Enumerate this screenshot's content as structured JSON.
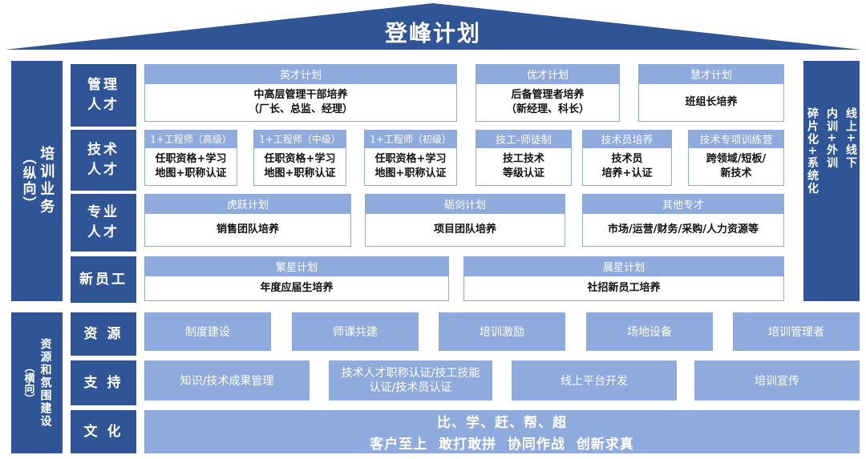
{
  "title": "登峰计划",
  "left_vertical": {
    "col1": "（纵向）",
    "col2": "培训业务"
  },
  "left_resource": {
    "col1": "资源和氛围建设",
    "paren": "（横向）"
  },
  "right_vertical": {
    "col1": "碎片化+系统化",
    "col2": "内训+外训",
    "col3": "线上+线下"
  },
  "rows": {
    "management": {
      "label": "管理\n人才",
      "cards": [
        {
          "title": "英才计划",
          "body": "中高层管理干部培养\n（厂长、总监、经理）"
        },
        {
          "title": "优才计划",
          "body": "后备管理者培养\n（新经理、科长）"
        },
        {
          "title": "慧才计划",
          "body": "班组长培养"
        }
      ]
    },
    "technical": {
      "label": "技术\n人才",
      "cards": [
        {
          "title": "1+工程师（高级）",
          "body": "任职资格+学习\n地图+职称认证"
        },
        {
          "title": "1+工程师（中级）",
          "body": "任职资格+学习\n地图+职称认证"
        },
        {
          "title": "1+工程师（初级）",
          "body": "任职资格+学习\n地图+职称认证"
        },
        {
          "title": "技工-师徒制",
          "body": "技工技术\n等级认证"
        },
        {
          "title": "技术员培养",
          "body": "技术员\n培养+认证"
        },
        {
          "title": "技术专项训练营",
          "body": "跨领域/短板/\n新技术"
        }
      ]
    },
    "professional": {
      "label": "专业\n人才",
      "cards": [
        {
          "title": "虎跃计划",
          "body": "销售团队培养"
        },
        {
          "title": "砺剑计划",
          "body": "项目团队培养"
        },
        {
          "title": "其他专才",
          "body": "市场/运营/财务/采购/人力资源等"
        }
      ]
    },
    "new_staff": {
      "label": "新员工",
      "cards": [
        {
          "title": "繁星计划",
          "body": "年度应届生培养"
        },
        {
          "title": "晨星计划",
          "body": "社招新员工培养"
        }
      ]
    }
  },
  "resources": {
    "label": "资 源",
    "items": [
      "制度建设",
      "师课共建",
      "培训激励",
      "场地设备",
      "培训管理者"
    ]
  },
  "support": {
    "label": "支 持",
    "items": [
      "知识/技术成果管理",
      "技术人才职称认证/技工技能\n认证/技术员认证",
      "线上平台开发",
      "培训宣传"
    ]
  },
  "culture": {
    "label": "文 化",
    "line1": "比、学、赶、帮、超",
    "line2": "客户至上  敢打敢拼  协同作战  创新求真"
  },
  "colors": {
    "dark": "#2f5597",
    "mid": "#8faadc",
    "light": "#dae3f3",
    "roof": "#2f5597"
  }
}
